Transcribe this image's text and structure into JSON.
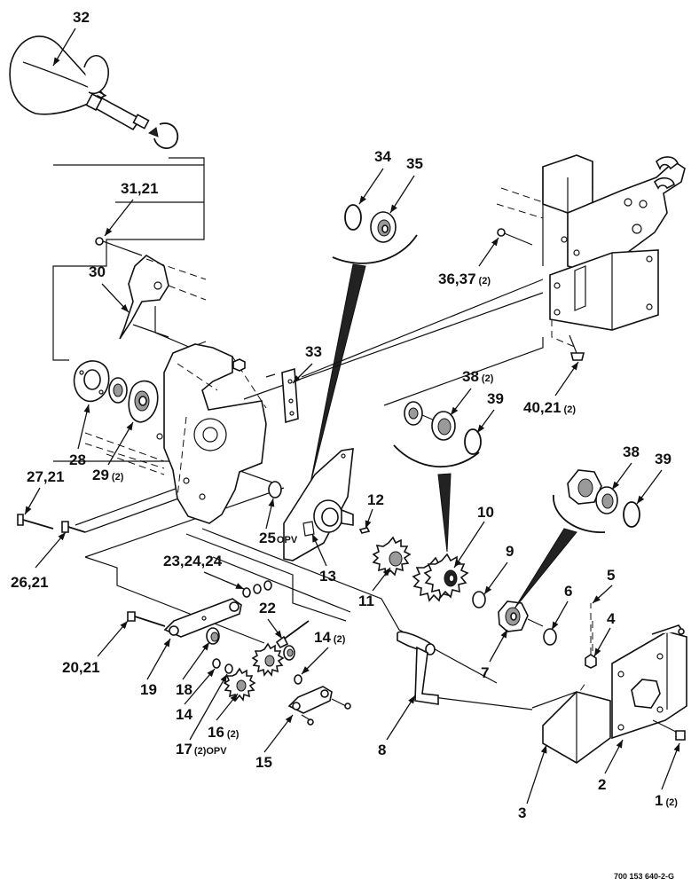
{
  "callouts": [
    {
      "id": "c32",
      "main": "32",
      "sub": ""
    },
    {
      "id": "c34",
      "main": "34",
      "sub": ""
    },
    {
      "id": "c35",
      "main": "35",
      "sub": ""
    },
    {
      "id": "c31",
      "main": "31,21",
      "sub": ""
    },
    {
      "id": "c36",
      "main": "36,37",
      "sub": "(2)"
    },
    {
      "id": "c30",
      "main": "30",
      "sub": ""
    },
    {
      "id": "c33",
      "main": "33",
      "sub": ""
    },
    {
      "id": "c38a",
      "main": "38",
      "sub": "(2)"
    },
    {
      "id": "c39a",
      "main": "39",
      "sub": ""
    },
    {
      "id": "c40",
      "main": "40,21",
      "sub": "(2)"
    },
    {
      "id": "c28",
      "main": "28",
      "sub": ""
    },
    {
      "id": "c29",
      "main": "29",
      "sub": "(2)"
    },
    {
      "id": "c27",
      "main": "27,21",
      "sub": ""
    },
    {
      "id": "c25",
      "main": "25",
      "sub": "OPV"
    },
    {
      "id": "c12",
      "main": "12",
      "sub": ""
    },
    {
      "id": "c10",
      "main": "10",
      "sub": ""
    },
    {
      "id": "c38b",
      "main": "38",
      "sub": ""
    },
    {
      "id": "c39b",
      "main": "39",
      "sub": ""
    },
    {
      "id": "c26",
      "main": "26,21",
      "sub": ""
    },
    {
      "id": "c13",
      "main": "13",
      "sub": ""
    },
    {
      "id": "c11",
      "main": "11",
      "sub": ""
    },
    {
      "id": "c9",
      "main": "9",
      "sub": ""
    },
    {
      "id": "c23",
      "main": "23,24,24",
      "sub": ""
    },
    {
      "id": "c5",
      "main": "5",
      "sub": ""
    },
    {
      "id": "c22",
      "main": "22",
      "sub": ""
    },
    {
      "id": "c6",
      "main": "6",
      "sub": ""
    },
    {
      "id": "c4",
      "main": "4",
      "sub": ""
    },
    {
      "id": "c14a",
      "main": "14",
      "sub": "(2)"
    },
    {
      "id": "c20",
      "main": "20,21",
      "sub": ""
    },
    {
      "id": "c7",
      "main": "7",
      "sub": ""
    },
    {
      "id": "c19",
      "main": "19",
      "sub": ""
    },
    {
      "id": "c18",
      "main": "18",
      "sub": ""
    },
    {
      "id": "c14b",
      "main": "14",
      "sub": ""
    },
    {
      "id": "c16",
      "main": "16",
      "sub": "(2)"
    },
    {
      "id": "c17",
      "main": "17",
      "sub": "(2)OPV"
    },
    {
      "id": "c8",
      "main": "8",
      "sub": ""
    },
    {
      "id": "c15",
      "main": "15",
      "sub": ""
    },
    {
      "id": "c2",
      "main": "2",
      "sub": ""
    },
    {
      "id": "c3",
      "main": "3",
      "sub": ""
    },
    {
      "id": "c1",
      "main": "1",
      "sub": "(2)"
    }
  ],
  "drawing_code": "700 153 640-2-G"
}
